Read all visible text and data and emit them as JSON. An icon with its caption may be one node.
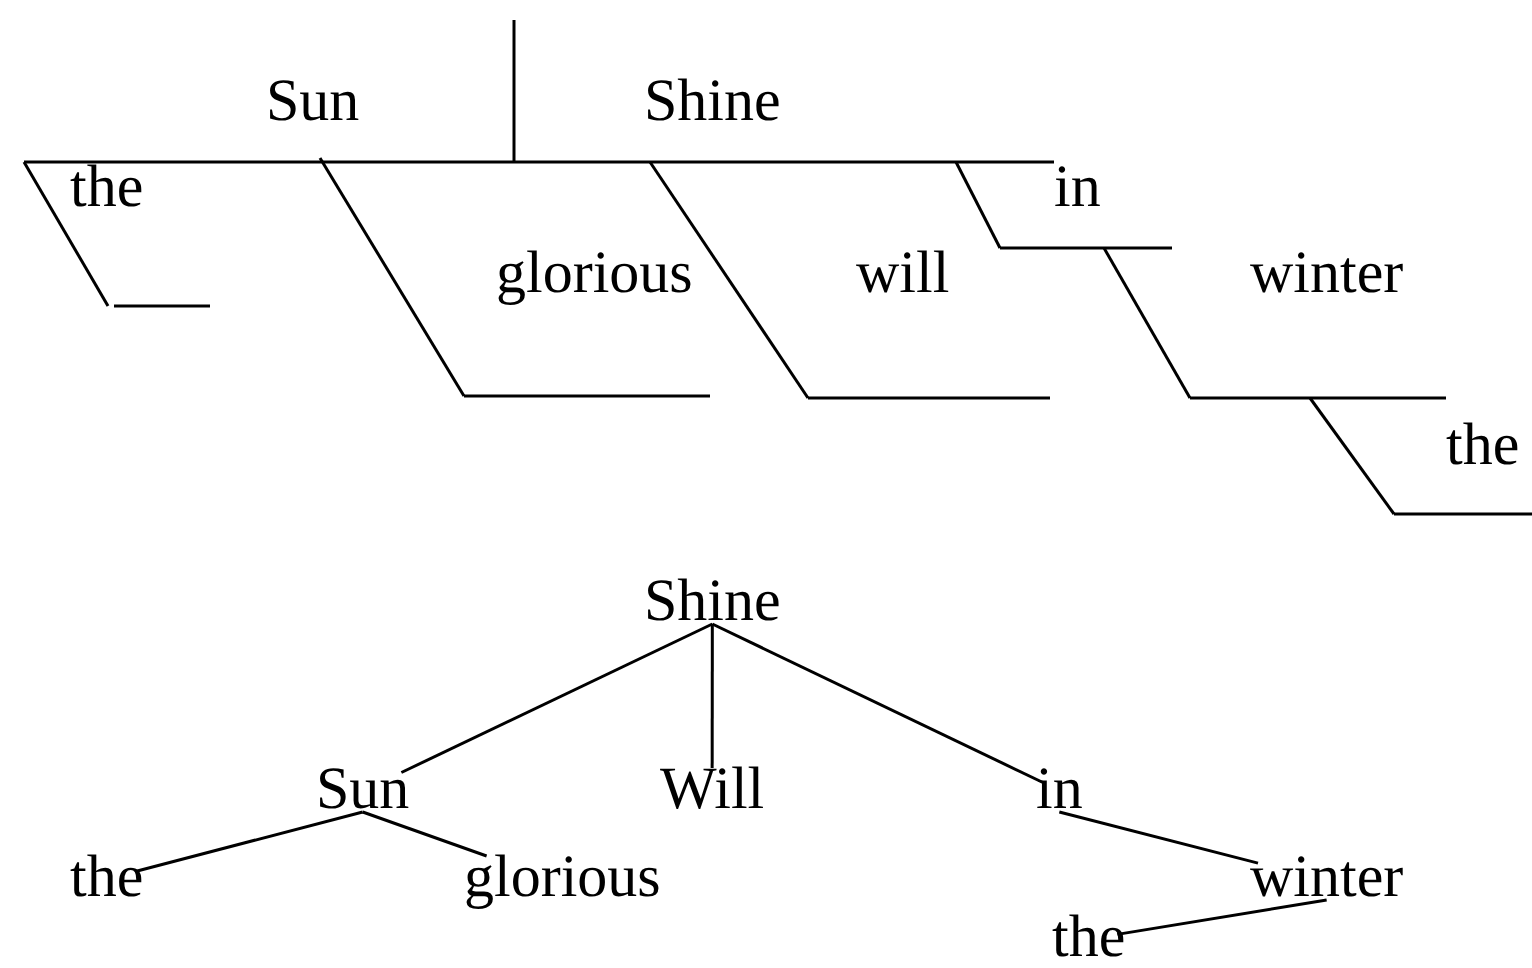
{
  "diagram": {
    "nodes": [
      {
        "text": [
          "Shine"
        ]
      },
      {
        "text": [
          "Sun"
        ]
      },
      {
        "text": [
          "Will"
        ]
      },
      {
        "text": [
          "in"
        ]
      },
      {
        "text": [
          "the"
        ]
      },
      {
        "text": [
          "glorious"
        ]
      },
      {
        "text": [
          "winter"
        ]
      },
      {
        "text": [
          "the"
        ]
      }
    ],
    "edges": [
      {
        "from": 0,
        "to": 1,
        "arrow": "none"
      },
      {
        "from": 0,
        "to": 2,
        "arrow": "none"
      },
      {
        "from": 0,
        "to": 3,
        "arrow": "none"
      },
      {
        "from": 1,
        "to": 4,
        "arrow": "none"
      },
      {
        "from": 1,
        "to": 5,
        "arrow": "none"
      },
      {
        "from": 3,
        "to": 6,
        "arrow": "none"
      },
      {
        "from": 6,
        "to": 7,
        "arrow": "none"
      }
    ],
    "labels": [
      "Sun",
      "Shine",
      "the",
      "in",
      "glorious",
      "will",
      "winter",
      "the"
    ]
  }
}
